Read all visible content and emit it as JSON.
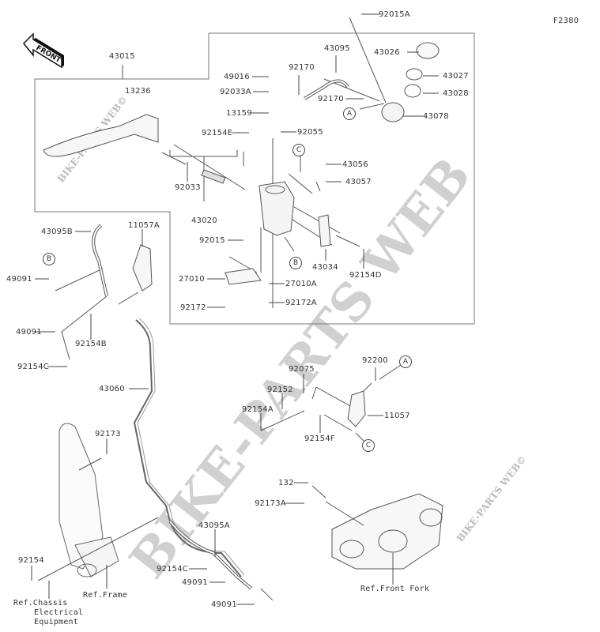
{
  "diagram": {
    "figure_code": "F2380",
    "front_arrow_label": "FRONT",
    "watermark_main": "BIKE-PARTS WEB",
    "watermark_small": "BIKE-PARTS WEB©",
    "callouts": {
      "A": "A",
      "B": "B",
      "C": "C"
    },
    "parts": {
      "p43015": "43015",
      "p13236": "13236",
      "p49016": "49016",
      "p92033A": "92033A",
      "p13159": "13159",
      "p92154E": "92154E",
      "p92170a": "92170",
      "p92170b": "92170",
      "p43095": "43095",
      "p92015A": "92015A",
      "p43026": "43026",
      "p43027": "43027",
      "p43028": "43028",
      "p43078": "43078",
      "p92055": "92055",
      "p43056": "43056",
      "p43057": "43057",
      "p92033": "92033",
      "p43020": "43020",
      "p92015": "92015",
      "p43034": "43034",
      "p92154D": "92154D",
      "p27010": "27010",
      "p27010A": "27010A",
      "p92172": "92172",
      "p92172A": "92172A",
      "p43095B": "43095B",
      "p11057A": "11057A",
      "p49091a": "49091",
      "p49091b": "49091",
      "p92154B": "92154B",
      "p92154C": "92154C",
      "p43060": "43060",
      "p92200": "92200",
      "p92075": "92075",
      "p92152": "92152",
      "p92154A": "92154A",
      "p11057": "11057",
      "p92154F": "92154F",
      "p92173": "92173",
      "p132": "132",
      "p92173A": "92173A",
      "p43095A": "43095A",
      "p92154Cb": "92154C",
      "p49091c": "49091",
      "p49091d": "49091",
      "p92154": "92154"
    },
    "references": {
      "chassis_line1": "Ref.Chassis",
      "chassis_line2": "Electrical",
      "chassis_line3": "Equipment",
      "frame": "Ref.Frame",
      "front_fork": "Ref.Front Fork"
    }
  }
}
